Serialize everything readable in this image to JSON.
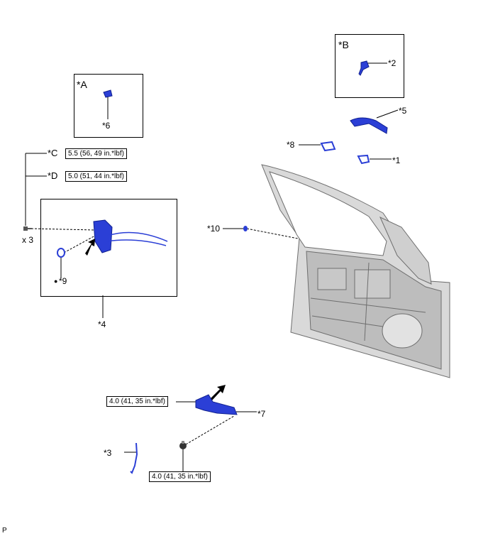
{
  "diagram": {
    "callouts": {
      "box_a": "*A",
      "box_b": "*B",
      "part_1": "*1",
      "part_2": "*2",
      "part_3": "*3",
      "part_4": "*4",
      "part_5": "*5",
      "part_6": "*6",
      "part_7": "*7",
      "part_8": "*8",
      "part_9": "*9",
      "part_10": "*10",
      "ref_c": "*C",
      "ref_d": "*D"
    },
    "torque_specs": {
      "c": "5.5 (56, 49 in.*lbf)",
      "d": "5.0 (51, 44 in.*lbf)",
      "seven_upper": "4.0 (41, 35 in.*lbf)",
      "seven_lower": "4.0 (41, 35 in.*lbf)"
    },
    "quantity": "x 3",
    "bullet": "●",
    "footer_code": "P",
    "colors": {
      "part_blue": "#2b3fd6",
      "part_blue_dark": "#10208f",
      "door_gray": "#d9d9d9",
      "door_outline": "#6e6e6e"
    }
  }
}
